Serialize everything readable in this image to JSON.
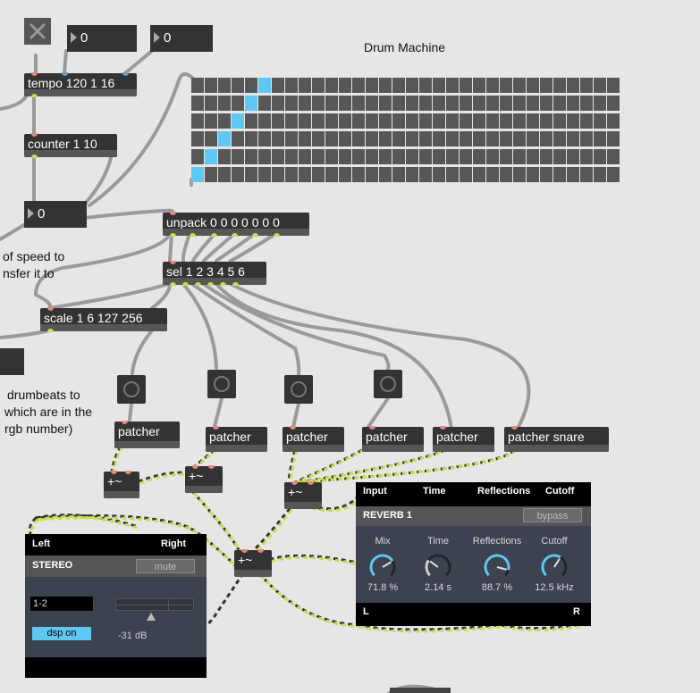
{
  "title": "Drum Machine",
  "toggle": {
    "icon": "x-icon"
  },
  "numbers": {
    "n1": "0",
    "n2": "0",
    "n3": "0"
  },
  "objects": {
    "tempo": "tempo 120 1 16",
    "counter": "counter 1 10",
    "unpack": "unpack 0 0 0 0 0 0 0",
    "sel": "sel 1 2 3 4 5 6",
    "scale": "scale 1 6 127 256",
    "patcher1": "patcher",
    "patcher2": "patcher",
    "patcher3": "patcher",
    "patcher4": "patcher",
    "patcher5": "patcher",
    "patcher6": "patcher snare",
    "plus1": "+~",
    "plus2": "+~",
    "plus3": "+~",
    "plus4": "+~"
  },
  "comments": {
    "c1_line1": "of speed to",
    "c1_line2": "nsfer it to",
    "c2_line1": "drumbeats to",
    "c2_line2": "which are in the",
    "c2_line3": "rgb number)"
  },
  "matrix": {
    "rows": 6,
    "cols": 32,
    "active": [
      [
        0,
        5
      ],
      [
        1,
        4
      ],
      [
        2,
        3
      ],
      [
        3,
        2
      ],
      [
        4,
        1
      ],
      [
        5,
        0
      ]
    ],
    "on_color": "#5ec8f2",
    "off_color": "#575757"
  },
  "reverb": {
    "headers": {
      "input": "Input",
      "time": "Time",
      "reflections": "Reflections",
      "cutoff": "Cutoff"
    },
    "name": "REVERB 1",
    "bypass": "bypass",
    "dials": [
      {
        "label": "Mix",
        "value": "71.8 %",
        "level": 0.718,
        "color": "#5ec8f2"
      },
      {
        "label": "Time",
        "value": "2.14 s",
        "level": 0.3,
        "color": "#d0d0d0"
      },
      {
        "label": "Reflections",
        "value": "88.7 %",
        "level": 0.887,
        "color": "#5ec8f2"
      },
      {
        "label": "Cutoff",
        "value": "12.5 kHz",
        "level": 0.62,
        "color": "#5ec8f2"
      }
    ],
    "left": "L",
    "right": "R"
  },
  "stereo": {
    "left": "Left",
    "right": "Right",
    "name": "STEREO",
    "mute": "mute",
    "channel": "1-2",
    "dsp": "dsp on",
    "gain": "-31 dB",
    "accent": "#5ec8f2"
  }
}
